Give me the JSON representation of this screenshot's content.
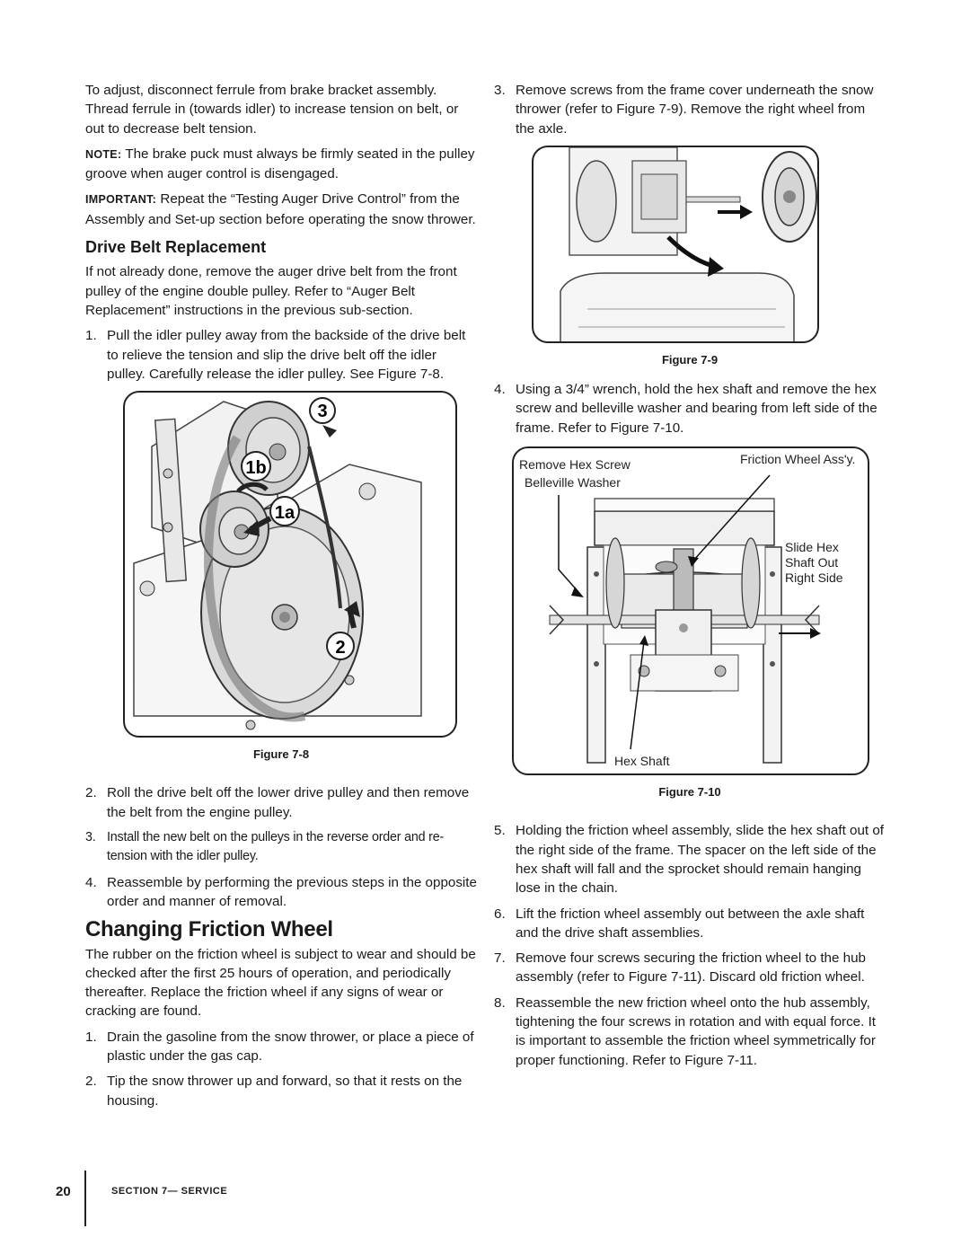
{
  "left": {
    "p1": "To adjust, disconnect ferrule from brake bracket assembly. Thread ferrule in (towards idler) to increase tension on belt, or out to decrease belt tension.",
    "note_label": "NOTE:",
    "note_text": " The brake puck must always be firmly seated in the pulley groove when auger control is disengaged.",
    "important_label": "IMPORTANT:",
    "important_text": " Repeat the “Testing Auger Drive Control” from the  Assembly and Set-up section before operating the snow thrower.",
    "subheading": "Drive Belt Replacement",
    "p2": "If not already done, remove the auger drive belt from the front pulley of the engine double pulley. Refer to “Auger Belt Replacement” instructions in the previous sub-section.",
    "step1_num": "1.",
    "step1": "Pull the idler pulley away from the backside of the drive belt to relieve the tension and slip the drive belt off the idler pulley.  Carefully release the idler pulley. See Figure 7-8.",
    "fig8_callouts": {
      "c3": "3",
      "c1b": "1b",
      "c1a": "1a",
      "c2": "2"
    },
    "fig8_caption": "Figure 7-8",
    "step2_num": "2.",
    "step2": "Roll the drive belt off the lower drive pulley and then remove the belt from the engine pulley.",
    "step3_num": "3.",
    "step3": "Install the new belt on the pulleys in the reverse order and re-tension with the idler pulley.",
    "step4_num": "4.",
    "step4": "Reassemble by performing the previous steps in the opposite order and manner of removal.",
    "heading": "Changing Friction Wheel",
    "p3": "The rubber on the friction wheel is subject to wear and should be checked after the first 25 hours of operation, and periodically thereafter. Replace the friction wheel if any signs of wear or cracking are found.",
    "cf1_num": "1.",
    "cf1": "Drain the gasoline from the snow thrower, or place a piece of plastic under the gas cap.",
    "cf2_num": "2.",
    "cf2": "Tip the snow thrower up and forward, so that it rests on the housing."
  },
  "right": {
    "step3_num": "3.",
    "step3": "Remove screws from the frame cover underneath the snow thrower (refer to Figure 7-9). Remove the right wheel from the axle.",
    "fig9_caption": "Figure 7-9",
    "step4_num": "4.",
    "step4": "Using a 3/4” wrench, hold the hex shaft and remove the hex screw and belleville washer and bearing from left side of the frame. Refer to Figure 7-10.",
    "fig10_labels": {
      "remove_hex_screw": "Remove Hex Screw",
      "belleville_washer": "Belleville Washer",
      "friction_wheel": "Friction Wheel Ass'y.",
      "slide_hex": "Slide Hex",
      "shaft_out": "Shaft Out",
      "right_side": "Right Side",
      "hex_shaft": "Hex Shaft"
    },
    "fig10_caption": "Figure 7-10",
    "step5_num": "5.",
    "step5": "Holding the friction wheel assembly, slide the hex shaft out of the right side of the frame. The spacer on the left side of the hex shaft will fall and the sprocket should remain hanging lose in the chain.",
    "step6_num": "6.",
    "step6": "Lift the friction wheel assembly out between the axle shaft and the drive shaft assemblies.",
    "step7_num": "7.",
    "step7": "Remove four screws securing the friction wheel to the hub assembly (refer to Figure 7-11). Discard old friction wheel.",
    "step8_num": "8.",
    "step8": "Reassemble the new friction wheel onto the hub assembly, tightening the four screws in rotation and with equal force. It is important to assemble the friction wheel symmetrically for proper functioning. Refer to Figure 7-11."
  },
  "footer": {
    "page_number": "20",
    "section": "SECTION 7— SERVICE"
  }
}
